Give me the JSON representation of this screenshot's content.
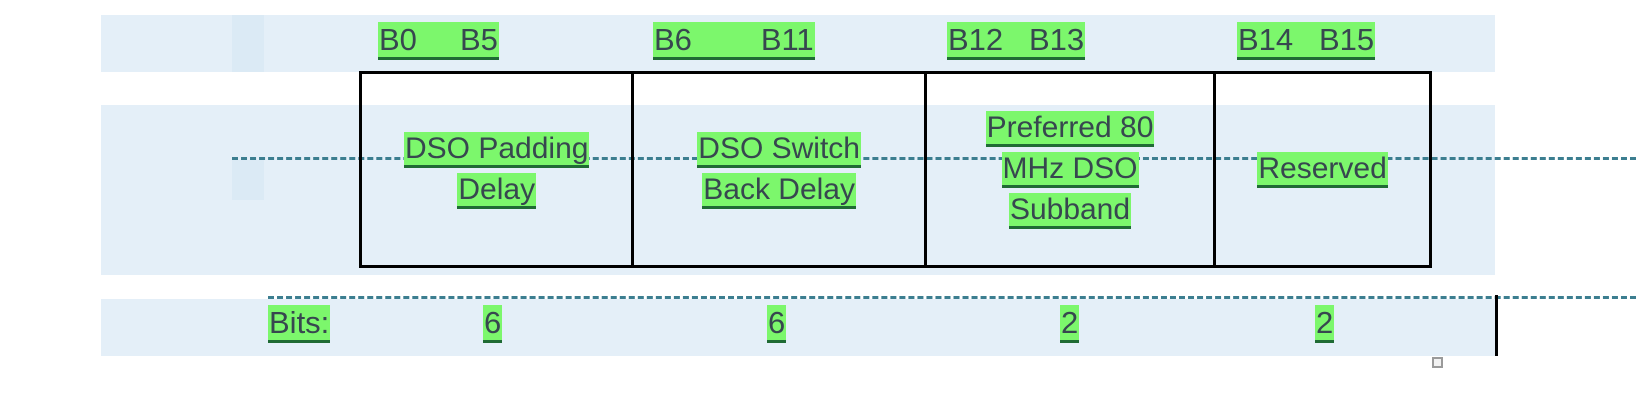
{
  "document": {
    "title": "Bit Field Layout Table",
    "colors": {
      "selection_band": "#e4eff8",
      "text_highlight": "#7cf76c",
      "text": "#37474f",
      "guide_line": "#3c7e90",
      "table_border": "#000000"
    }
  },
  "bit_ranges": [
    {
      "label": "B0     B5"
    },
    {
      "label": "B6        B11"
    },
    {
      "label": "B12   B13"
    },
    {
      "label": "B14   B15"
    }
  ],
  "table": {
    "columns": [
      {
        "name": "dso-padding-delay",
        "lines": [
          "DSO Padding",
          "Delay"
        ]
      },
      {
        "name": "dso-switch-back-delay",
        "lines": [
          "DSO Switch",
          "Back Delay"
        ]
      },
      {
        "name": "preferred-80-mhz-dso-subband",
        "lines": [
          "Preferred 80",
          "MHz DSO",
          "Subband"
        ]
      },
      {
        "name": "reserved",
        "lines": [
          "Reserved"
        ]
      }
    ]
  },
  "bits_row": {
    "label": "Bits:",
    "values": [
      "6",
      "6",
      "2",
      "2"
    ]
  }
}
